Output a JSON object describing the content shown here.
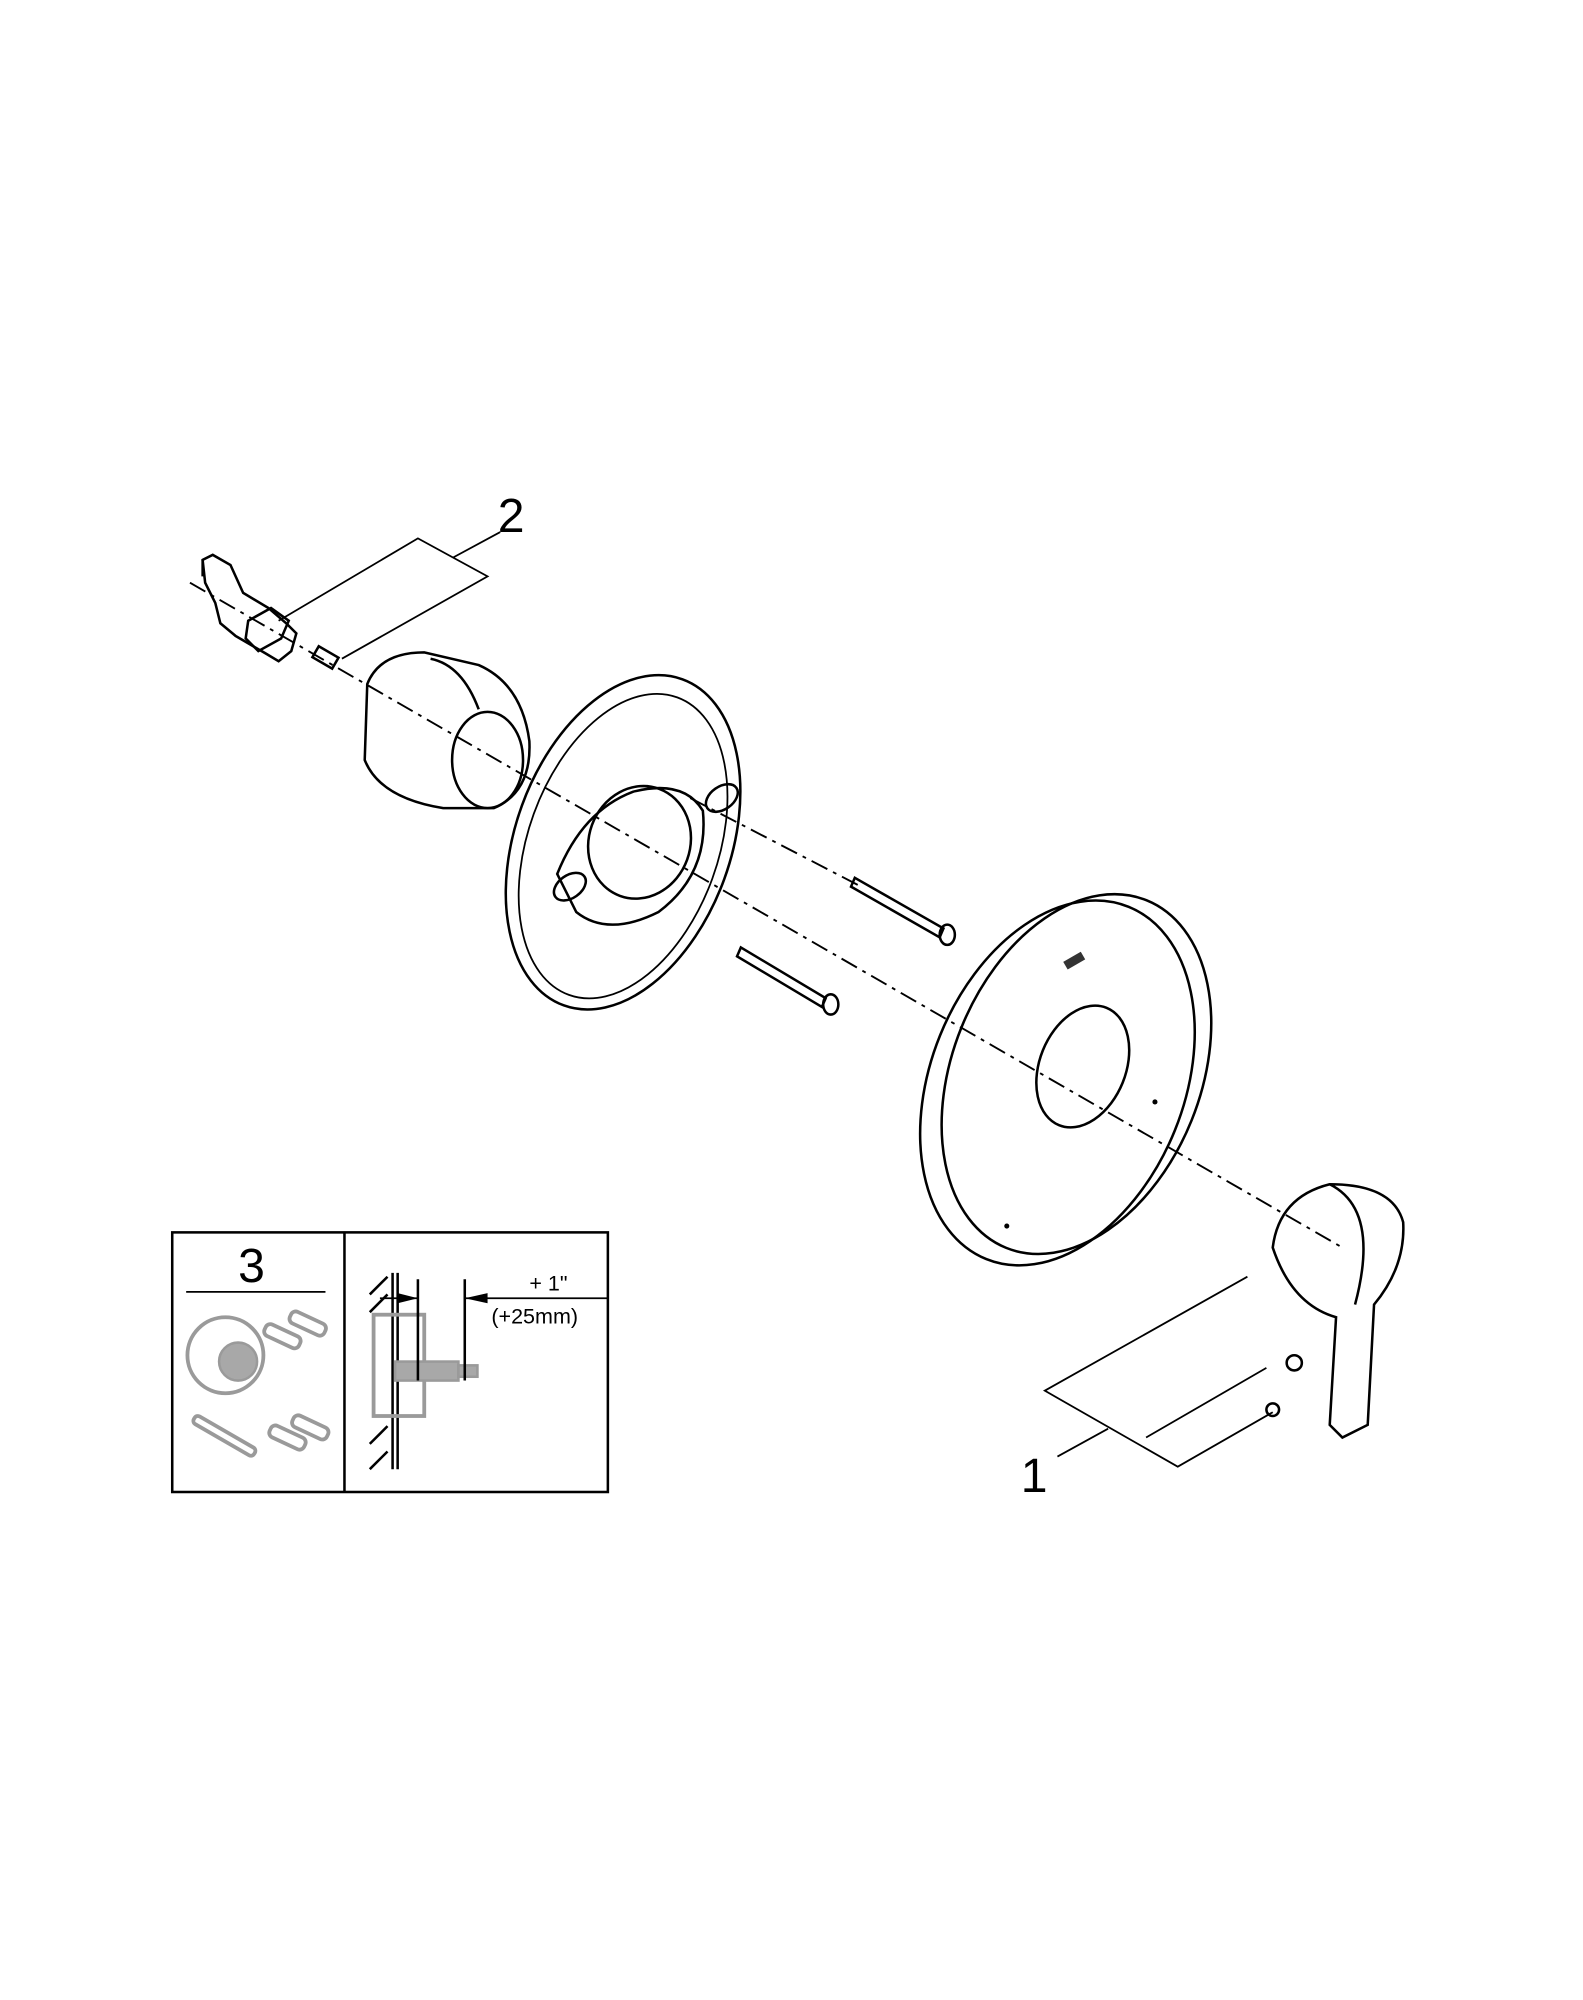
{
  "callouts": {
    "part1": "1",
    "part2": "2",
    "part3": "3"
  },
  "inset": {
    "dimension_imperial": "+ 1\"",
    "dimension_metric": "(+25mm)"
  }
}
